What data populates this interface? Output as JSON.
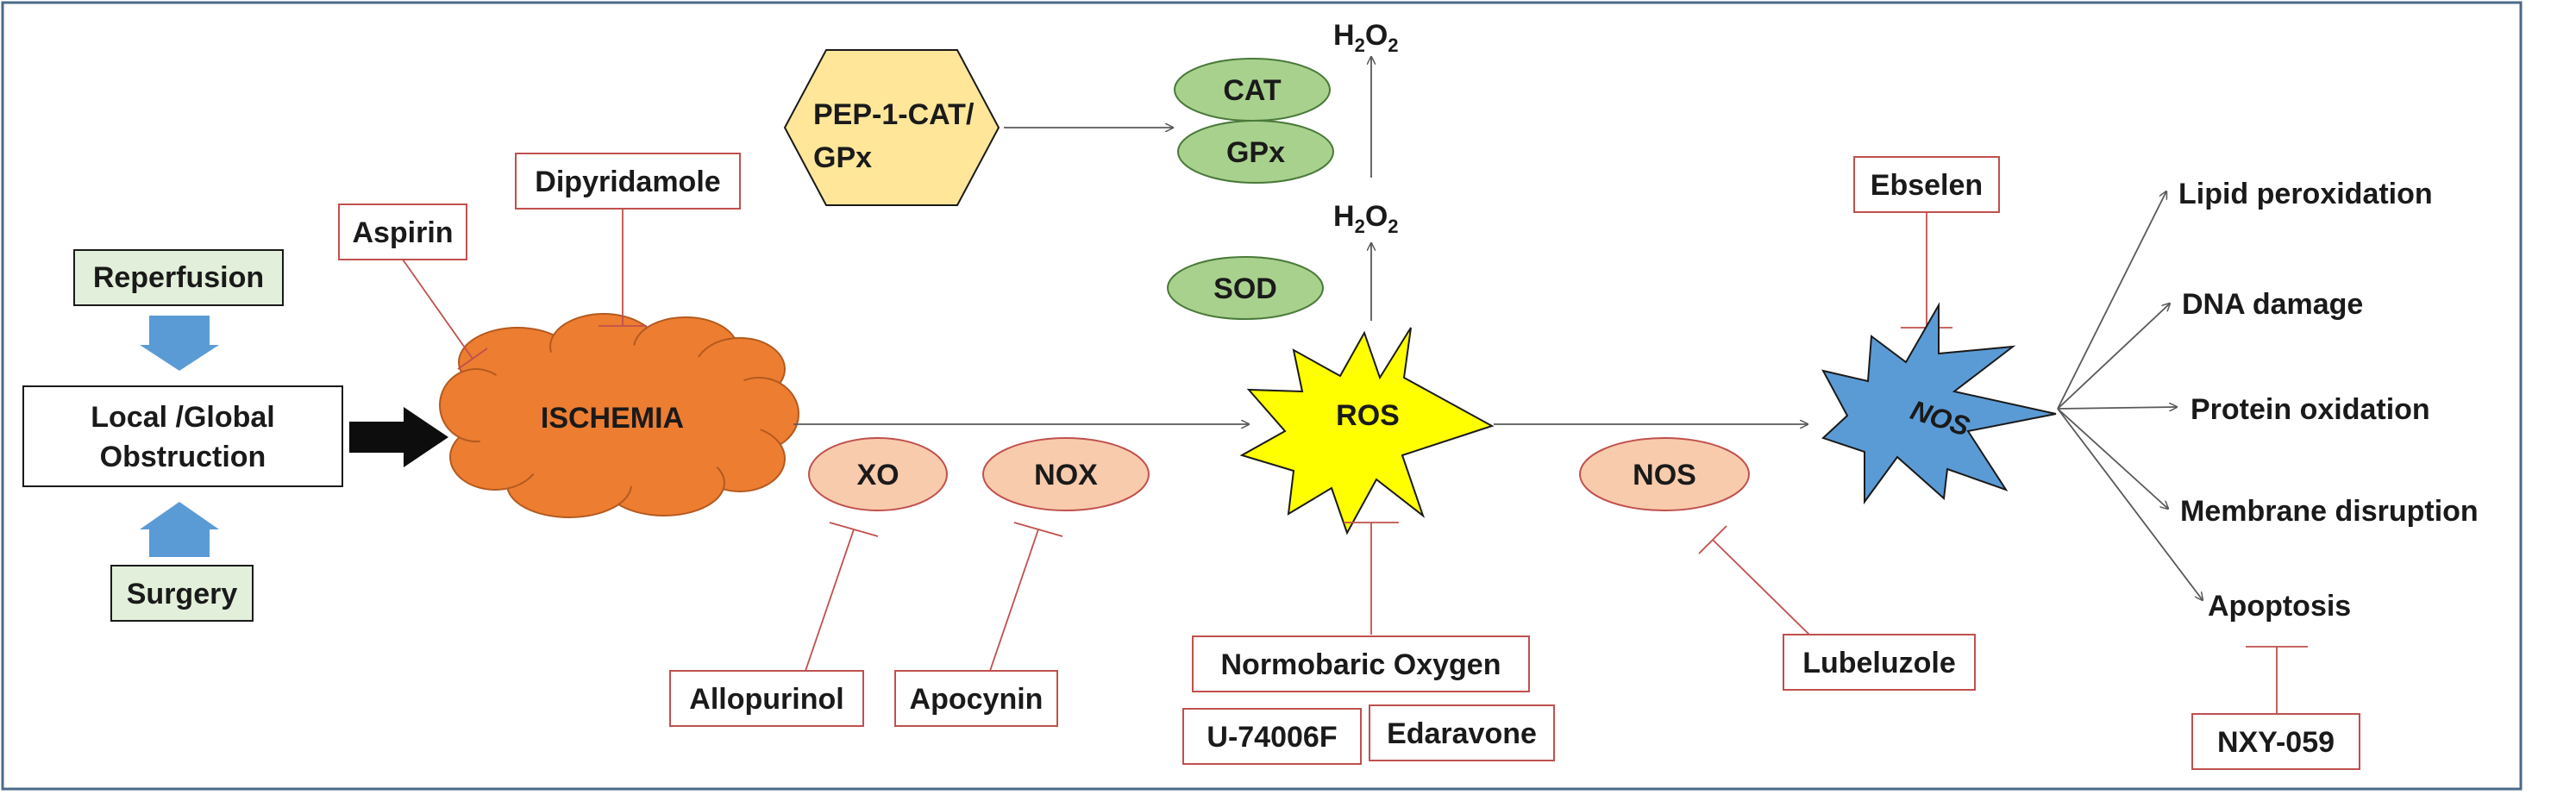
{
  "colors": {
    "frame": "#4a6a8a",
    "inhibitor": "#c0504d",
    "arrow": "#595959",
    "cloud": "#ed7d31",
    "ros_star": "#ffff00",
    "nos_star": "#5b9bd5",
    "enzyme_green": "#a9d18e",
    "enzyme_pink": "#f8cbad",
    "trigger_box": "#e2efda",
    "block_arrow": "#5b9bd5",
    "hexagon": "#ffe699"
  },
  "triggers": {
    "reperfusion": "Reperfusion",
    "obstruction_line1": "Local /Global",
    "obstruction_line2": "Obstruction",
    "surgery": "Surgery"
  },
  "nodes": {
    "ischemia": "ISCHEMIA",
    "ros": "ROS",
    "nos_star": "NOS",
    "xo": "XO",
    "nox": "NOX",
    "nos_enzyme": "NOS",
    "sod": "SOD",
    "cat": "CAT",
    "gpx": "GPx",
    "h2o2_mid": {
      "main": "H",
      "sub1": "2",
      "mid": "O",
      "sub2": "2"
    },
    "h2o2_top": {
      "main": "H",
      "sub1": "2",
      "mid": "O",
      "sub2": "2"
    },
    "pep_line1": "PEP-1-CAT/",
    "pep_line2": "GPx"
  },
  "inhibitors": {
    "aspirin": "Aspirin",
    "dipyridamole": "Dipyridamole",
    "allopurinol": "Allopurinol",
    "apocynin": "Apocynin",
    "normobaric": "Normobaric Oxygen",
    "u74006f": "U-74006F",
    "edaravone": "Edaravone",
    "lubeluzole": "Lubeluzole",
    "ebselen": "Ebselen",
    "nxy059": "NXY-059"
  },
  "outcomes": {
    "lipid": "Lipid peroxidation",
    "dna": "DNA damage",
    "protein": "Protein oxidation",
    "membrane": "Membrane disruption",
    "apoptosis": "Apoptosis"
  }
}
